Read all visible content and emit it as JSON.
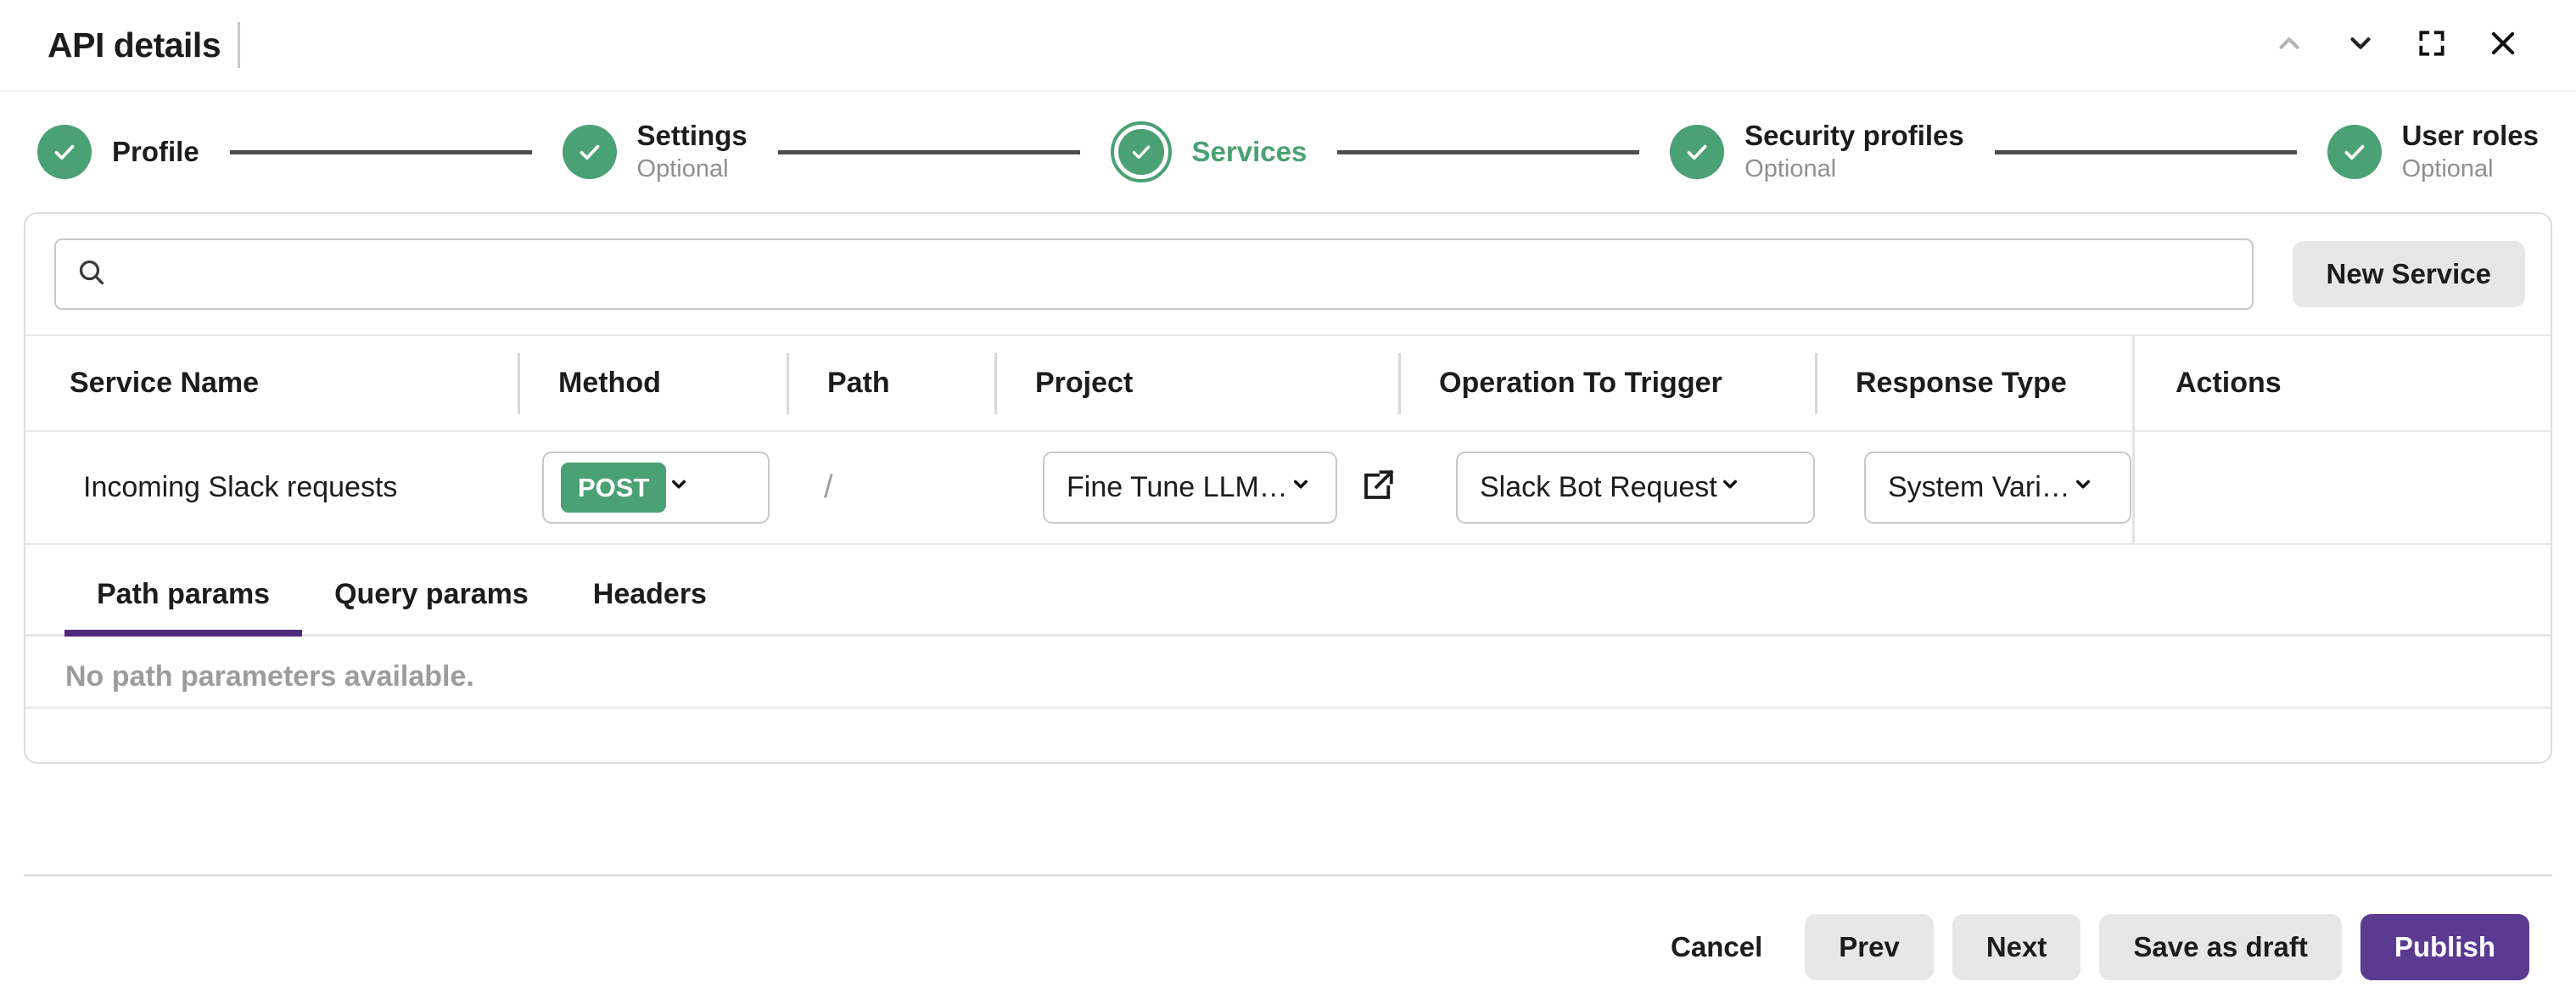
{
  "window": {
    "title": "API details",
    "controls": {
      "collapse_up": "chevron-up",
      "expand_down": "chevron-down",
      "fullscreen": "fullscreen",
      "close": "close"
    }
  },
  "stepper": {
    "steps": [
      {
        "label": "Profile",
        "optional": "",
        "state": "complete"
      },
      {
        "label": "Settings",
        "optional": "Optional",
        "state": "complete"
      },
      {
        "label": "Services",
        "optional": "",
        "state": "active"
      },
      {
        "label": "Security profiles",
        "optional": "Optional",
        "state": "complete"
      },
      {
        "label": "User roles",
        "optional": "Optional",
        "state": "complete"
      }
    ]
  },
  "toolbar": {
    "search_placeholder": "",
    "search_value": "",
    "new_service_label": "New Service"
  },
  "table": {
    "columns": [
      "Service Name",
      "Method",
      "Path",
      "Project",
      "Operation To Trigger",
      "Response Type",
      "Actions"
    ],
    "row": {
      "service_name": "Incoming Slack requests",
      "method": "POST",
      "path": "/",
      "project": "Fine Tune LLM…",
      "operation_to_trigger": "Slack Bot Request",
      "response_type": "System Vari…"
    }
  },
  "tabs": {
    "items": [
      "Path params",
      "Query params",
      "Headers"
    ],
    "active": "Path params"
  },
  "empty_state": {
    "message": "No path parameters available."
  },
  "footer": {
    "cancel": "Cancel",
    "prev": "Prev",
    "next": "Next",
    "save_as_draft": "Save as draft",
    "publish": "Publish"
  },
  "colors": {
    "accent_green": "#4aa173",
    "accent_purple": "#5b3a92",
    "tab_underline_purple": "#53297d",
    "button_gray": "#e7e7e7",
    "muted_text": "#9c9c9c"
  }
}
